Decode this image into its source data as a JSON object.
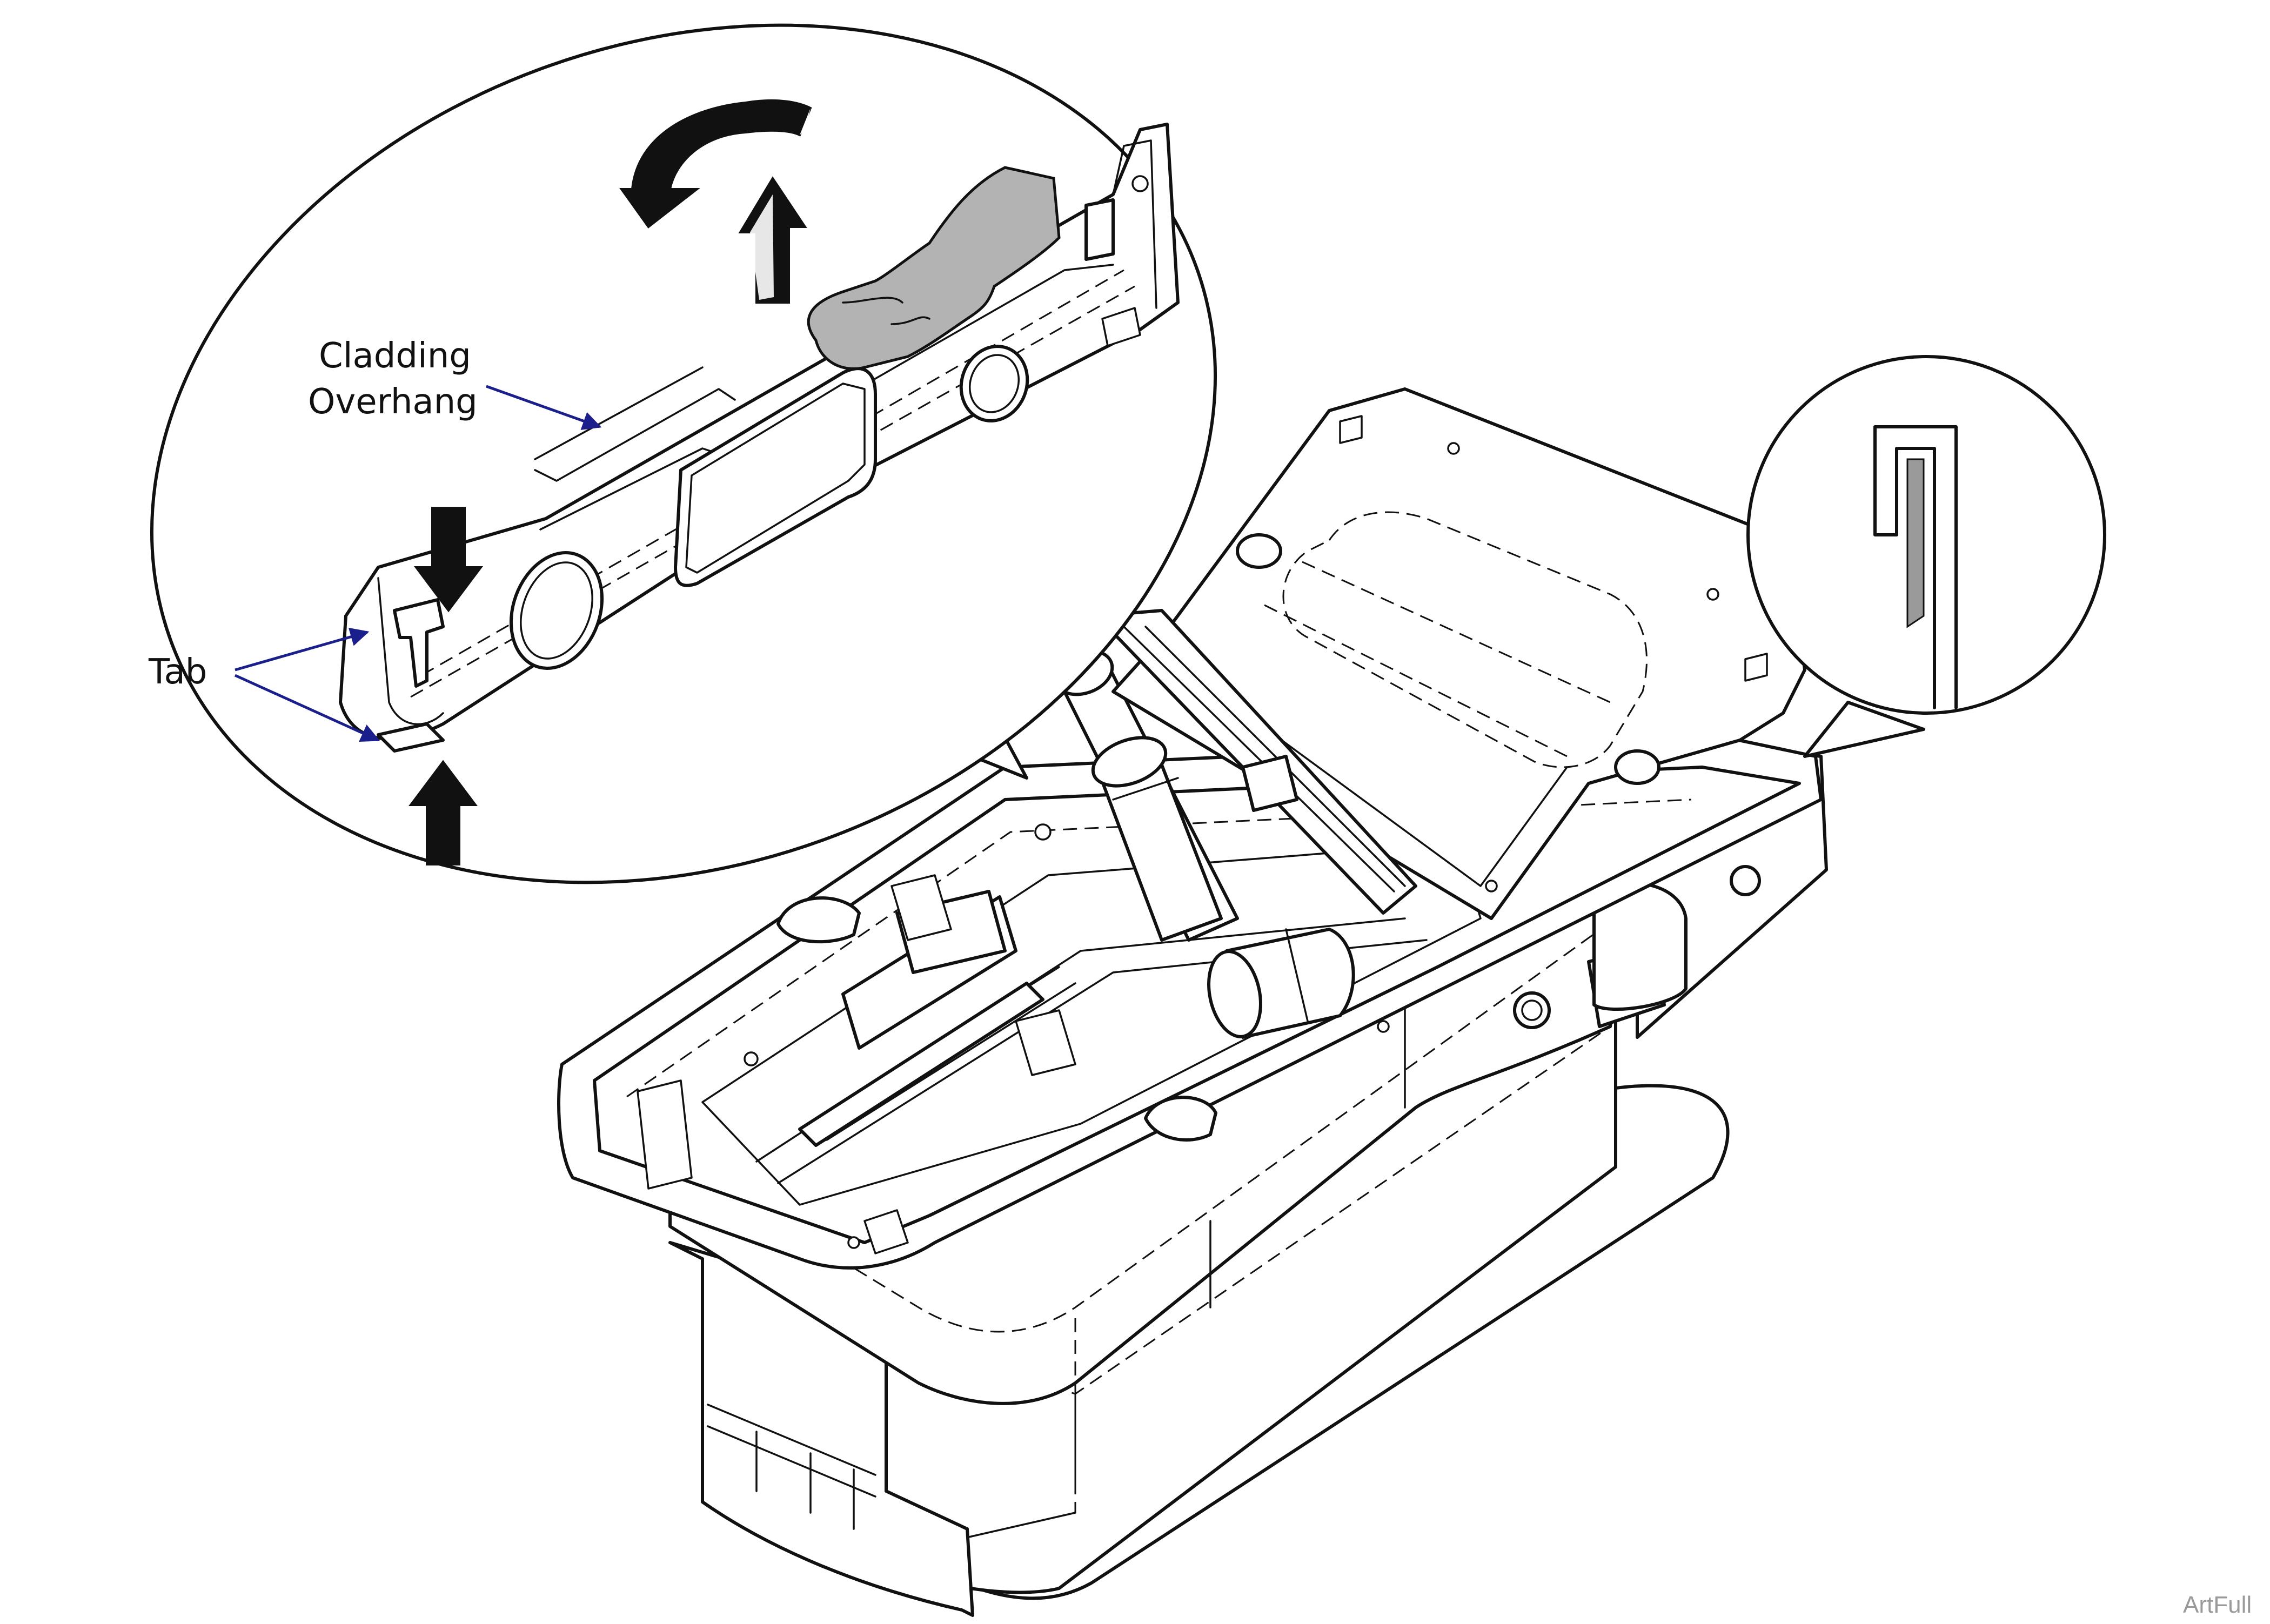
{
  "labels": {
    "cladding_line1": "Cladding",
    "cladding_line2": "Overhang",
    "tab": "Tab",
    "watermark": "ArtFull"
  },
  "colors": {
    "callout_arrow": "#1a1f8c",
    "line_art": "#111111",
    "hand_fill": "#b3b3b3",
    "detail_slot": "#9a9a9a",
    "background": "#ffffff"
  },
  "icons": [
    "rotate-arrow-icon",
    "up-arrow-icon",
    "down-arrow-icon",
    "hand-icon"
  ]
}
